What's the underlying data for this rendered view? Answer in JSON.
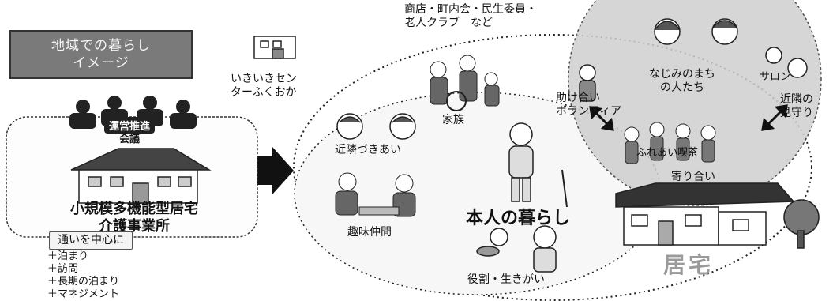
{
  "title": {
    "line1": "地域での暮らし",
    "line2": "イメージ"
  },
  "top_label": {
    "line1": "商店・町内会・民生委員・",
    "line2": "老人クラブ　など"
  },
  "center_label": {
    "line1": "いきいきセン",
    "line2": "ターふくおか"
  },
  "operations_meeting": {
    "line1": "運営推進",
    "line2": "会議"
  },
  "facility": {
    "line1": "小規模多機能型居宅",
    "line2": "介護事業所"
  },
  "service_box": "通いを中心に",
  "services": [
    "＋泊まり",
    "＋訪問",
    "＋長期の泊まり",
    "＋マネジメント"
  ],
  "labels": {
    "family": "家族",
    "neighbor": "近隣づきあい",
    "hobby": "趣味仲間",
    "person": "本人の暮らし",
    "role": "役割・生きがい",
    "home": "居宅",
    "gathering": "寄り合い",
    "community_people": {
      "line1": "なじみのまち",
      "line2": "の人たち"
    },
    "mutual_help": {
      "line1": "助け合い",
      "line2": "ボランティア"
    },
    "watching": {
      "line1": "近隣の",
      "line2": "見守り"
    },
    "cafe": "ふれあい喫茶",
    "salon": "サロン"
  }
}
